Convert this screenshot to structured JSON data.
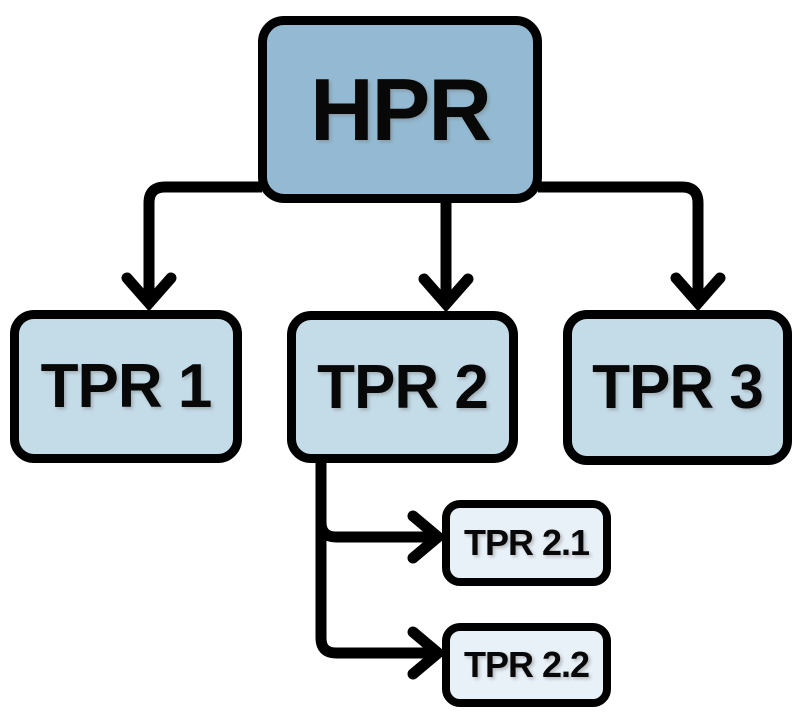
{
  "diagram": {
    "type": "hierarchy-flowchart",
    "colors": {
      "background": "#FFFFFF",
      "line": "#000000",
      "border": "#000000",
      "text": "#080808",
      "root_fill": "#93BAD2",
      "child_fill": "#C4DBE8",
      "leaf_fill": "#E8F1F8"
    },
    "nodes": {
      "hpr": {
        "label": "HPR",
        "fill": "#93BAD2",
        "level": 1
      },
      "tpr1": {
        "label": "TPR 1",
        "fill": "#C4DBE8",
        "level": 2
      },
      "tpr2": {
        "label": "TPR 2",
        "fill": "#C4DBE8",
        "level": 2
      },
      "tpr3": {
        "label": "TPR 3",
        "fill": "#C4DBE8",
        "level": 2
      },
      "tpr2_1": {
        "label": "TPR 2.1",
        "fill": "#E8F1F8",
        "level": 3
      },
      "tpr2_2": {
        "label": "TPR 2.2",
        "fill": "#E8F1F8",
        "level": 3
      }
    },
    "edges": [
      {
        "from": "hpr",
        "to": "tpr1",
        "style": "elbow-arrow"
      },
      {
        "from": "hpr",
        "to": "tpr2",
        "style": "straight-arrow"
      },
      {
        "from": "hpr",
        "to": "tpr3",
        "style": "elbow-arrow"
      },
      {
        "from": "tpr2",
        "to": "tpr2_1",
        "style": "elbow-arrow"
      },
      {
        "from": "tpr2",
        "to": "tpr2_2",
        "style": "elbow-arrow"
      }
    ]
  }
}
